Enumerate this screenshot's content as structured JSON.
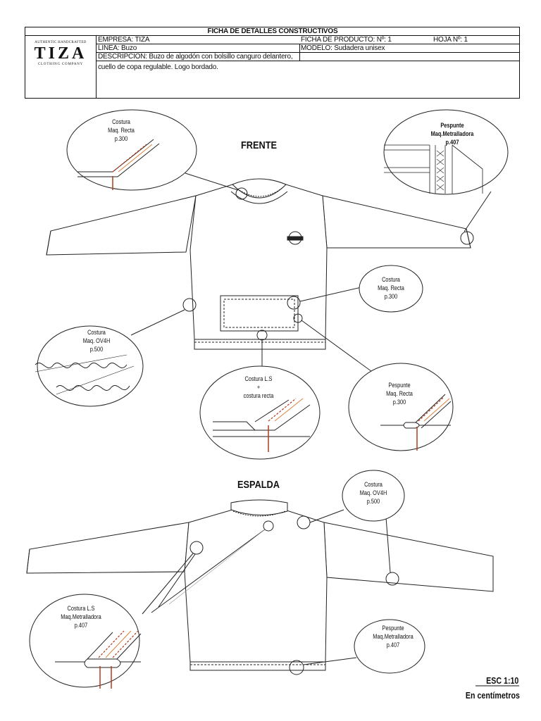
{
  "header": {
    "title": "FICHA DE DETALLES CONSTRUCTIVOS",
    "empresa": "EMPRESA: TIZA",
    "ficha_producto": "FICHA DE PRODUCTO: Nº: 1",
    "hoja": "HOJA Nº: 1",
    "linea": "LINEA: Buzo",
    "modelo": "MODELO: Sudadera unisex",
    "descripcion_1": "DESCRIPCION: Buzo de algodón con bolsillo canguro delantero,",
    "descripcion_2": "cuello de copa regulable. Logo bordado."
  },
  "logo": {
    "top_text": "AUTHENTIC HANDCRAFTED",
    "name": "TIZA",
    "bottom_text": "CLOTHING COMPANY"
  },
  "views": {
    "front": "FRENTE",
    "back": "ESPALDA"
  },
  "callouts": {
    "front_collar": [
      "Costura",
      "Maq. Recta",
      "p.300"
    ],
    "front_cuff": [
      "Pespunte",
      "Maq.Metralladora",
      "p.407"
    ],
    "front_pocket_top": [
      "Costura",
      "Maq. Recta",
      "p.300"
    ],
    "front_side": [
      "Costura",
      "Maq. OV4H",
      "p.500"
    ],
    "front_hem": [
      "Costura L.S",
      "+",
      "costura recta"
    ],
    "front_pocket_edge": [
      "Pespunte",
      "Maq. Recta",
      "p.300"
    ],
    "back_shoulder": [
      "Costura",
      "Maq. OV4H",
      "p.500"
    ],
    "back_armhole": [
      "Costura L.S",
      "Maq.Metralladora",
      "p.407"
    ],
    "back_hem": [
      "Pespunte",
      "Maq.Metralladora",
      "p.407"
    ]
  },
  "footer": {
    "scale": "ESC 1:10",
    "units": "En centímetros"
  },
  "colors": {
    "seam_red": "#b23a1c",
    "seam_orange": "#d9823a",
    "line": "#222222"
  }
}
